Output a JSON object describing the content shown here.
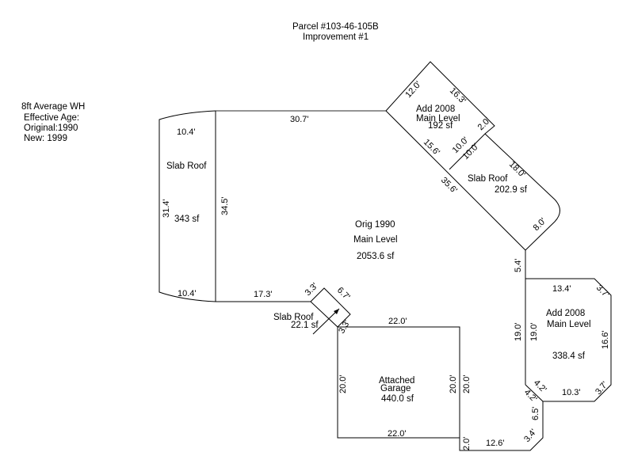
{
  "header": {
    "parcel": "Parcel #103-46-105B",
    "improvement": "Improvement #1"
  },
  "notes": {
    "line1": "8ft Average WH",
    "line2": "Effective Age:",
    "line3": "Original:1990",
    "line4": "New: 1999"
  },
  "areas": {
    "main": {
      "line1": "Orig 1990",
      "line2": "Main Level",
      "area": "2053.6 sf"
    },
    "left_slab": {
      "name": "Slab Roof",
      "area": "343 sf"
    },
    "add_north": {
      "line1": "Add 2008",
      "line2": "Main Level",
      "area": "192 sf"
    },
    "ne_slab": {
      "name": "Slab Roof",
      "area": "202.9 sf"
    },
    "small_slab": {
      "name": "Slab Roof",
      "area": "22.1 sf"
    },
    "garage": {
      "line1": "Attached",
      "line2": "Garage",
      "area": "440.0 sf"
    },
    "add_east": {
      "line1": "Add 2008",
      "line2": "Main Level",
      "area": "338.4 sf"
    }
  },
  "dimensions": {
    "main_top": "30.7'",
    "main_left": "34.5'",
    "main_diag": "35.6'",
    "main_bottom_left": "17.3'",
    "main_right_short": "5.4'",
    "left_slab_top": "10.4'",
    "left_slab_bottom": "10.4'",
    "left_slab_side": "31.4'",
    "add_north_nw": "12.0'",
    "add_north_ne": "16.3'",
    "add_north_e": "2.0'",
    "add_north_s": "10.0'",
    "add_north_sw": "15.6'",
    "ne_slab_n": "10.0'",
    "ne_slab_ne": "18.0'",
    "ne_slab_se": "8.0'",
    "small_slab_nw": "3.3'",
    "small_slab_ne": "6.7'",
    "small_slab_se": "3.3'",
    "garage_top": "22.0'",
    "garage_bottom": "22.0'",
    "garage_left": "20.0'",
    "garage_right_inner": "20.0'",
    "garage_right_outer": "20.0'",
    "bottom_short": "2.0'",
    "bottom_run": "12.6'",
    "bottom_corner": "3.4'",
    "bottom_right": "6.5'",
    "bottom_diag_outer": "4.2'",
    "east_top": "13.4'",
    "east_ne": "3.7'",
    "east_right": "16.6'",
    "east_se": "3.7'",
    "east_bottom": "10.3'",
    "east_sw": "4.2'",
    "east_left_inner": "19.0'",
    "east_left_outer": "19.0'"
  }
}
